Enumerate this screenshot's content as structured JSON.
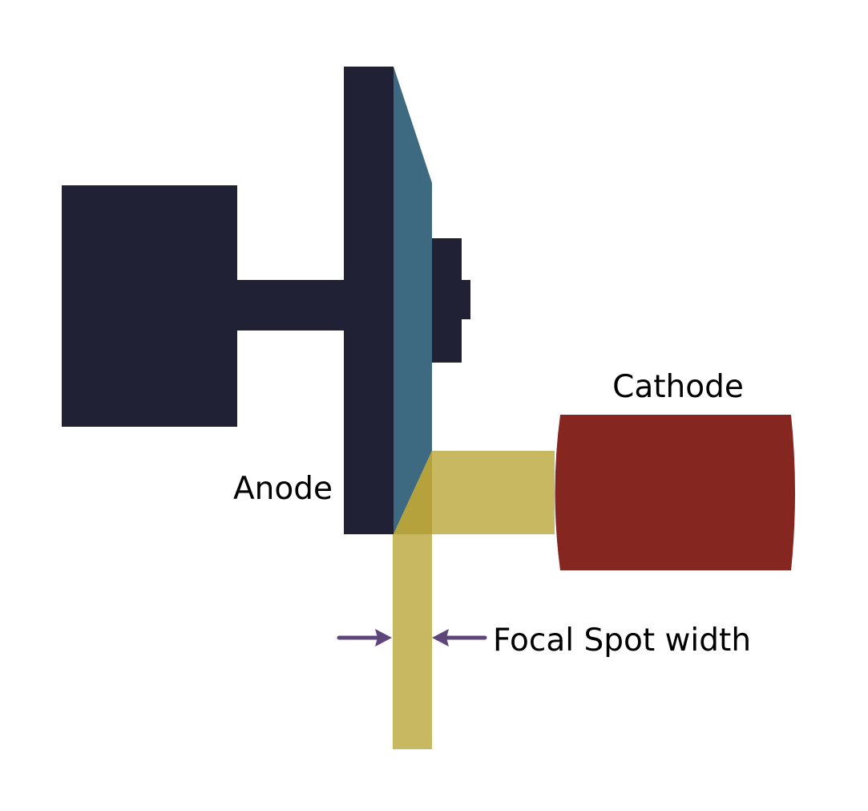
{
  "labels": {
    "cathode": "Cathode",
    "anode": "Anode",
    "focal_spot": "Focal Spot width"
  },
  "colors": {
    "background": "#ffffff",
    "anode_body": "#212135",
    "target_face": "#3d6a80",
    "electron_beam": "#c8b862",
    "beam_overlap": "#b5a23c",
    "cathode": "#862620",
    "arrow": "#5e467a",
    "text": "#000000"
  },
  "icons": {
    "left_arrow": "arrow-right-icon",
    "right_arrow": "arrow-left-icon"
  }
}
